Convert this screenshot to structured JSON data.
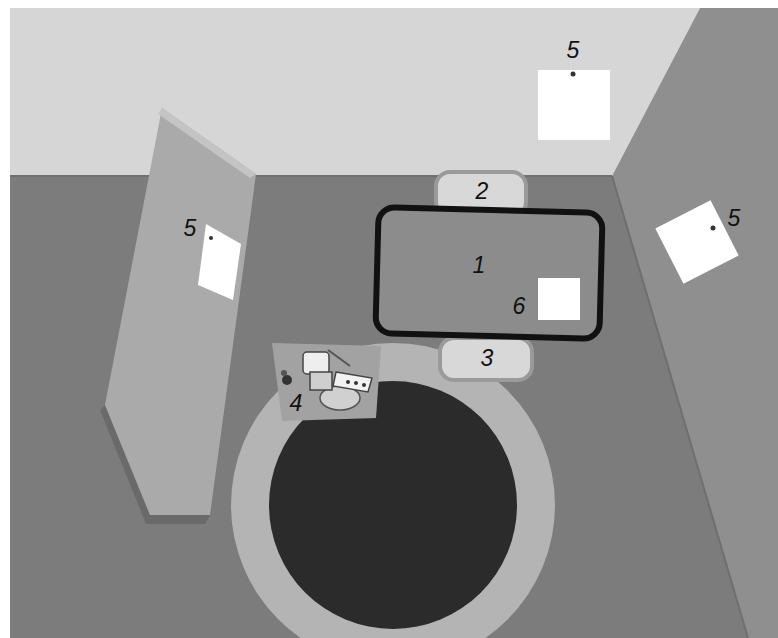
{
  "diagram": {
    "labels": [
      "5",
      "5",
      "2",
      "5",
      "1",
      "6",
      "3",
      "4"
    ]
  }
}
